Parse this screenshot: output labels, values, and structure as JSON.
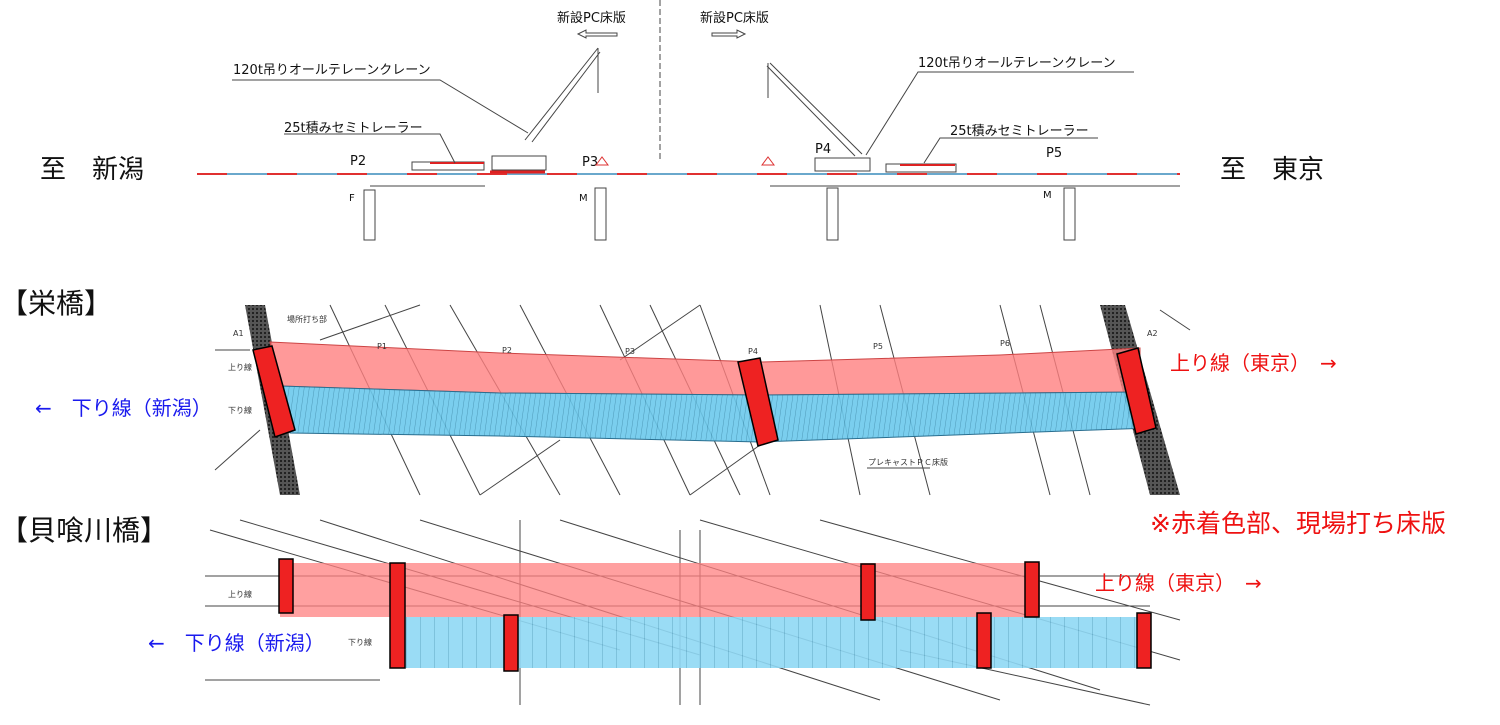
{
  "elevation": {
    "to_niigata": "至　新潟",
    "to_tokyo": "至　東京",
    "new_slab_left": "新設PC床版",
    "new_slab_right": "新設PC床版",
    "crane_left": "120t吊りオールテレーンクレーン",
    "crane_right": "120t吊りオールテレーンクレーン",
    "trailer_left": "25t積みセミトレーラー",
    "trailer_right": "25t積みセミトレーラー",
    "piers": [
      "P2",
      "P3",
      "P4",
      "P5"
    ],
    "bearings": [
      "F",
      "M",
      "M"
    ]
  },
  "sakae": {
    "title": "【栄橋】",
    "down_line": "←　下り線（新潟）",
    "up_line": "上り線（東京）　→",
    "abutments": [
      "A1",
      "A2"
    ],
    "piers": [
      "P1",
      "P2",
      "P3",
      "P4",
      "P5",
      "P6"
    ],
    "cast_in_place": "場所打ち部",
    "precast_label": "プレキャストＰＣ床版",
    "lane_up_small": "上り線",
    "lane_down_small": "下り線"
  },
  "kaibami": {
    "title": "【貝喰川橋】",
    "down_line": "←　下り線（新潟）",
    "up_line": "上り線（東京）　→",
    "lane_up_small": "上り線",
    "lane_down_small": "下り線"
  },
  "note": "※赤着色部、現場打ち床版",
  "colors": {
    "cast_in_place": "#ff8a8a",
    "precast": "#5fc8ea",
    "marker": "#ee2222",
    "down_text": "#1a1aee",
    "up_text": "#ee1111"
  }
}
